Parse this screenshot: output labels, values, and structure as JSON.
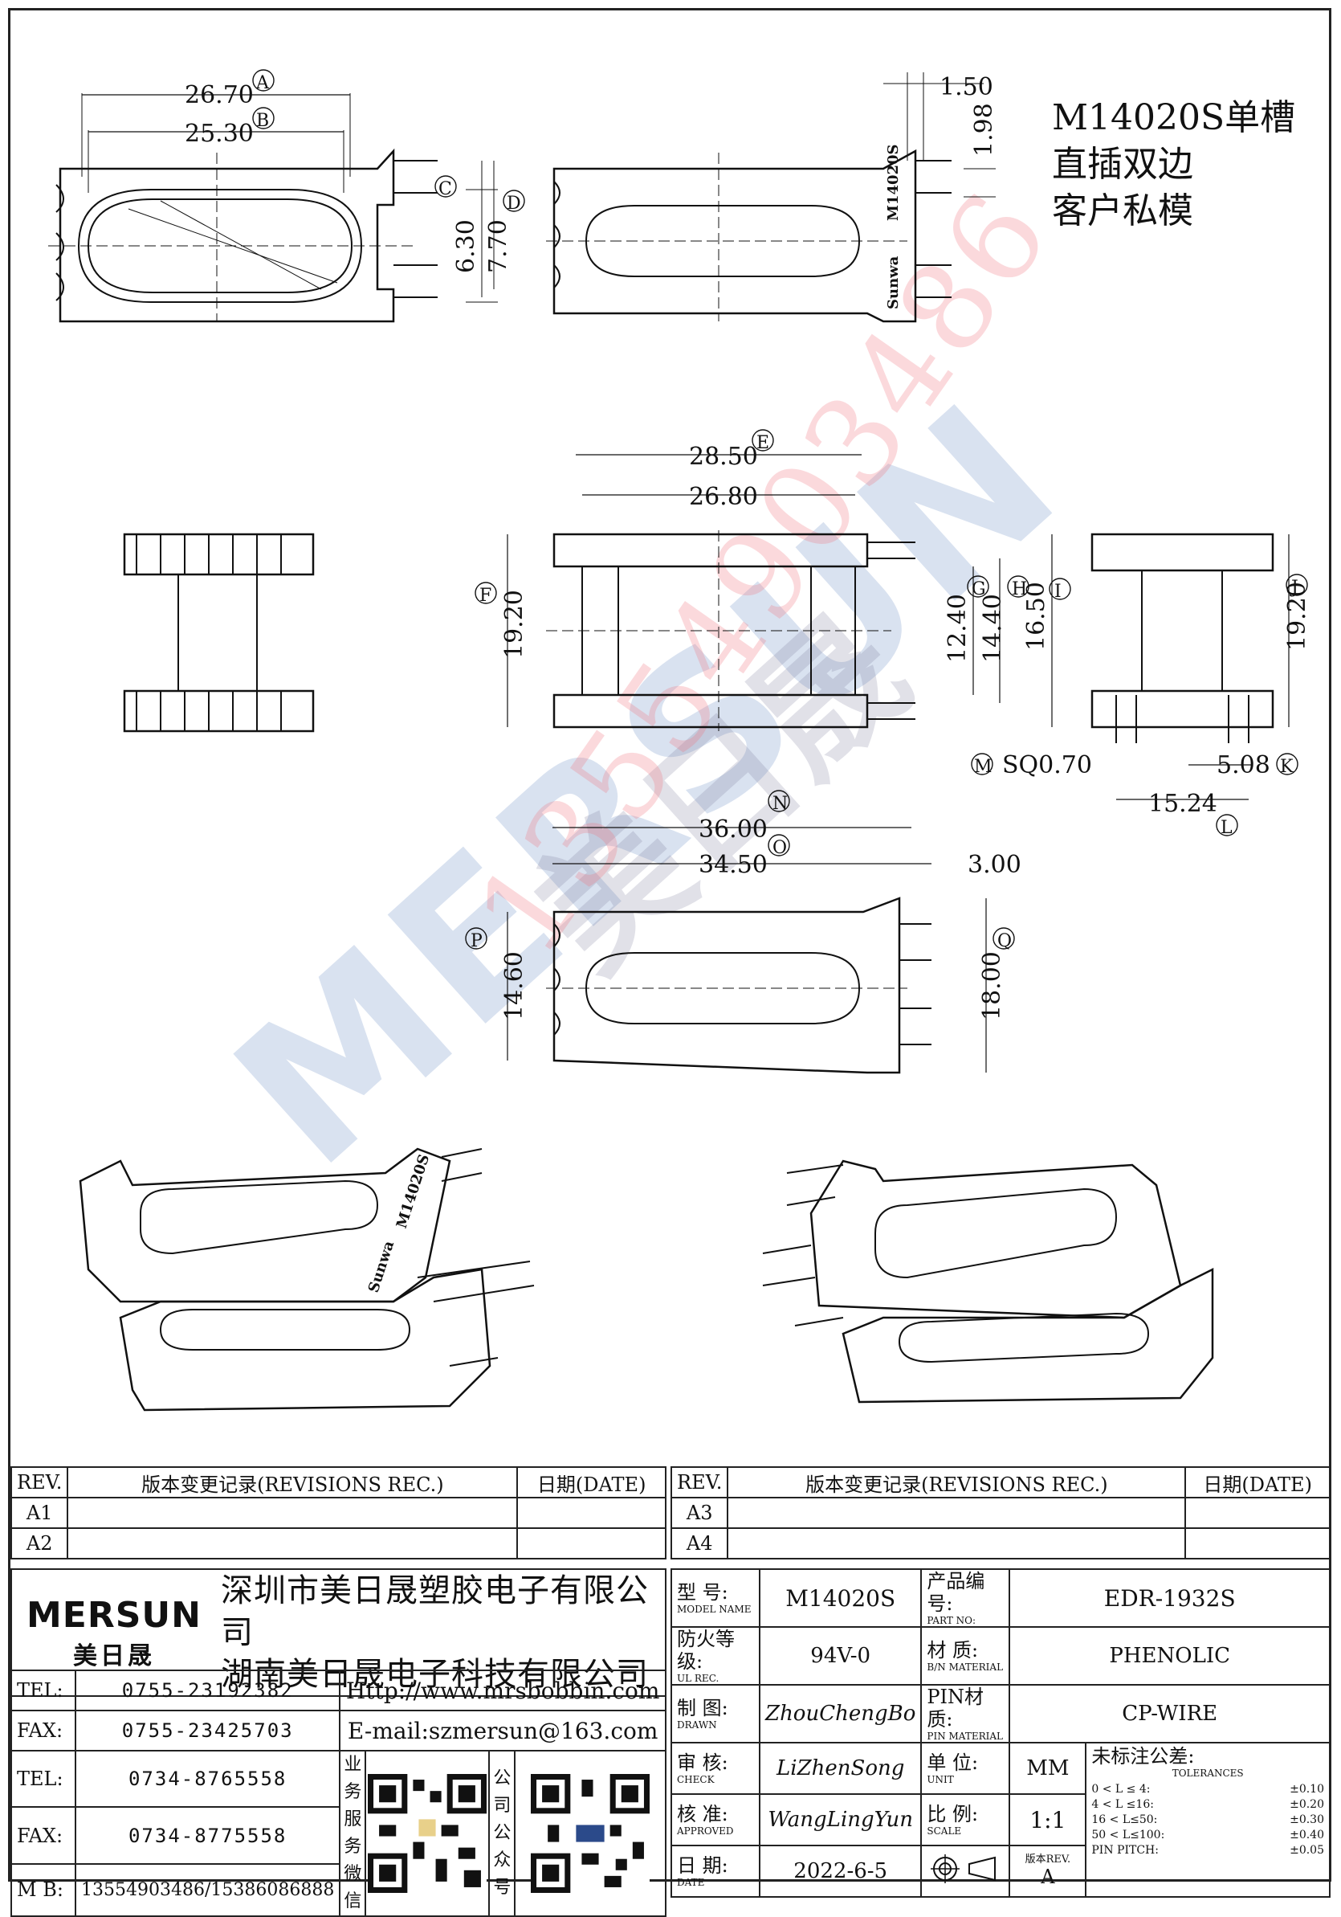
{
  "note": {
    "line1": "M14020S单槽",
    "line2": "直插双边",
    "line3": "客户私模"
  },
  "dims": {
    "a": "26.70",
    "b": "25.30",
    "c1": "6.30",
    "c2": "7.70",
    "p1": "1.50",
    "p2": "1.98",
    "e": "28.50",
    "e2": "26.80",
    "f": "19.20",
    "g": "12.40",
    "h": "14.40",
    "i": "16.50",
    "j": "19.20",
    "m": "SQ0.70",
    "k": "5.08",
    "l": "15.24",
    "n": "36.00",
    "o": "34.50",
    "p": "14.60",
    "q": "18.00",
    "r": "3.00"
  },
  "letters": {
    "A": "A",
    "B": "B",
    "C": "C",
    "D": "D",
    "E": "E",
    "F": "F",
    "G": "G",
    "H": "H",
    "I": "I",
    "J": "J",
    "K": "K",
    "L": "L",
    "M": "M",
    "N": "N",
    "O": "O",
    "P": "P",
    "Q": "Q"
  },
  "mark": {
    "model": "M14020S",
    "brand": "Sunwa"
  },
  "watermark": {
    "brand": "MERSUN",
    "cn": "美日晟",
    "phone": "13554903486"
  },
  "rev_left": {
    "h_rev": "REV.",
    "h_rec": "版本变更记录(REVISIONS REC.)",
    "h_date": "日期(DATE)",
    "r1": "A1",
    "r2": "A2"
  },
  "rev_right": {
    "h_rev": "REV.",
    "h_rec": "版本变更记录(REVISIONS REC.)",
    "h_date": "日期(DATE)",
    "r1": "A3",
    "r2": "A4"
  },
  "company": {
    "logo": "MERSUN",
    "logo_cn": "美日晟",
    "name1": "深圳市美日晟塑胶电子有限公司",
    "name2": "湖南美日晟电子科技有限公司"
  },
  "contacts": {
    "tel1_label": "TEL:",
    "tel1": "0755-23192382",
    "fax1_label": "FAX:",
    "fax1": "0755-23425703",
    "web": "Http://www.mrsbobbin.com",
    "email": "E-mail:szmersun@163.com",
    "tel2_label": "TEL:",
    "tel2": "0734-8765558",
    "fax2_label": "FAX:",
    "fax2": "0734-8775558",
    "mb_label": "M B:",
    "mb": "13554903486/15386086888",
    "qr1_label": "业务服务微信",
    "qr2_label": "公司公众号"
  },
  "spec": {
    "model_label": "型 号:",
    "model_sub": "MODEL NAME",
    "model": "M14020S",
    "part_label": "产品编号:",
    "part_sub": "PART NO:",
    "part": "EDR-1932S",
    "ul_label": "防火等级:",
    "ul_sub": "UL REC.",
    "ul": "94V-0",
    "mat_label": "材 质:",
    "mat_sub": "B/N MATERIAL",
    "mat": "PHENOLIC",
    "drawn_label": "制 图:",
    "drawn_sub": "DRAWN",
    "drawn": "ZhouChengBo",
    "pin_label": "PIN材质:",
    "pin_sub": "PIN MATERIAL",
    "pin": "CP-WIRE",
    "check_label": "审 核:",
    "check_sub": "CHECK",
    "check": "LiZhenSong",
    "unit_label": "单 位:",
    "unit_sub": "UNIT",
    "unit": "MM",
    "tol_label": "未标注公差:",
    "tol_sub": "TOLERANCES",
    "appr_label": "核 准:",
    "appr_sub": "APPROVED",
    "appr": "WangLingYun",
    "scale_label": "比 例:",
    "scale_sub": "SCALE",
    "scale": "1:1",
    "date_label": "日 期:",
    "date_sub": "DATE",
    "date": "2022-6-5",
    "ver_label": "版本REV.",
    "ver": "A"
  },
  "tolerances": [
    {
      "range": "0 < L ≤ 4:",
      "val": "±0.10"
    },
    {
      "range": "4 < L ≤16:",
      "val": "±0.20"
    },
    {
      "range": "16 < L≤50:",
      "val": "±0.30"
    },
    {
      "range": "50 < L≤100:",
      "val": "±0.40"
    },
    {
      "range": "PIN PITCH:",
      "val": "±0.05"
    }
  ]
}
